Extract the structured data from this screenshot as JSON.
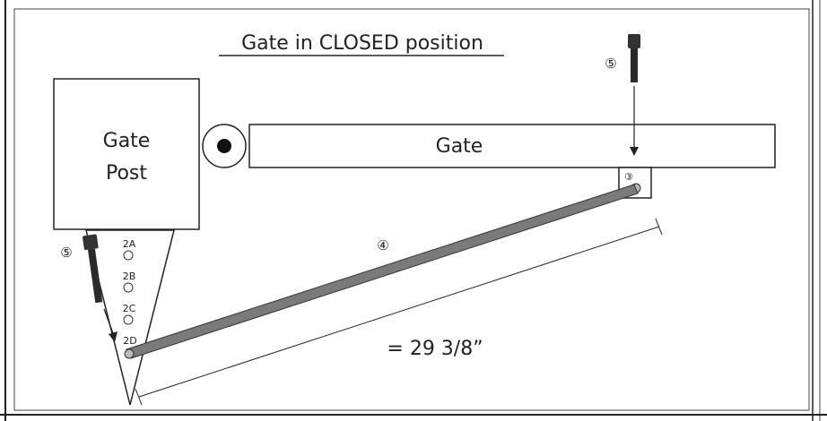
{
  "title": "Gate in CLOSED position",
  "gate_post_label_line1": "Gate",
  "gate_post_label_line2": "Post",
  "gate_label": "Gate",
  "measurement": "= 29 3/8”",
  "hole_labels": [
    "2A",
    "2B",
    "2C",
    "2D"
  ],
  "callouts": {
    "bolt_top": "⑤",
    "bolt_post": "⑤",
    "bracket": "③",
    "strap": "④"
  }
}
